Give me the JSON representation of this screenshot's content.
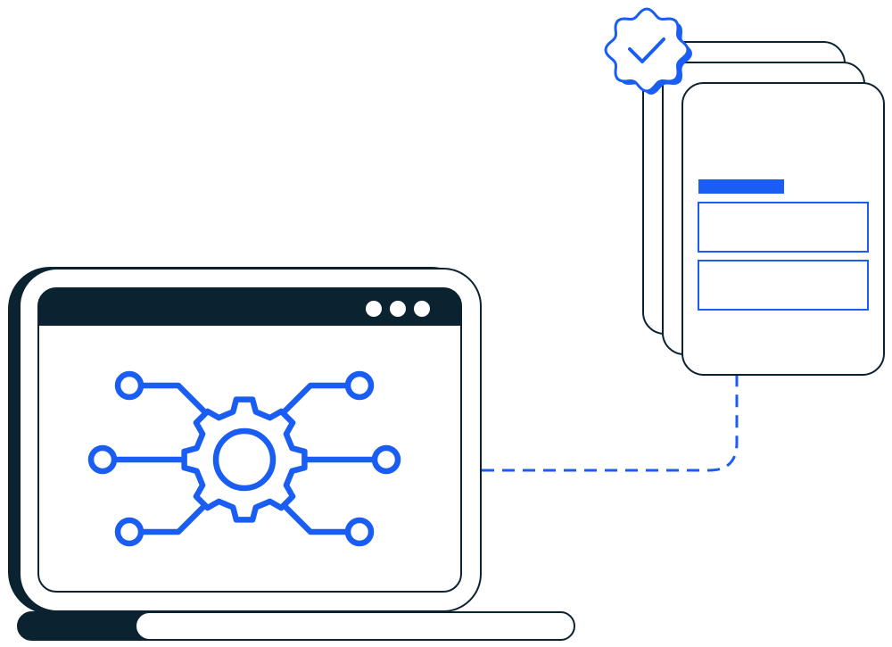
{
  "colors": {
    "outline": "#0B2330",
    "accent": "#1A5DF2",
    "background": "#FFFFFF"
  },
  "laptop": {
    "icon": "laptop-icon",
    "screen_icon": "gear-network-icon",
    "window_dots": 3
  },
  "connector": {
    "style": "dashed",
    "color_key": "accent"
  },
  "document_stack": {
    "icon": "document-stack-icon",
    "page_count": 3,
    "badge_icon": "verified-check-badge-icon",
    "form_fields": 2
  }
}
